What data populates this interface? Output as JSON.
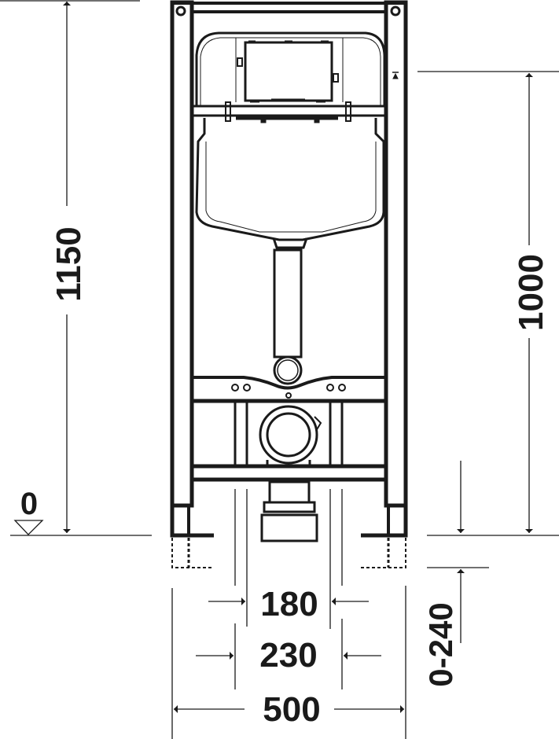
{
  "drawing": {
    "type": "technical-dimension-drawing",
    "subject": "Wall-hung WC installation frame with concealed cistern (front view)",
    "stroke_color": "#1a1a1a",
    "background": "#ffffff"
  },
  "dimensions": {
    "frame_height": {
      "label": "1150",
      "orientation": "vertical"
    },
    "fixing_height": {
      "label": "1000",
      "orientation": "vertical"
    },
    "floor_datum": {
      "label": "0",
      "symbol": "level-triangle"
    },
    "inner_spacing": {
      "label": "180",
      "orientation": "horizontal"
    },
    "outer_spacing": {
      "label": "230",
      "orientation": "horizontal"
    },
    "frame_width": {
      "label": "500",
      "orientation": "horizontal"
    },
    "foot_adjustment": {
      "label": "0-240",
      "orientation": "vertical"
    }
  }
}
